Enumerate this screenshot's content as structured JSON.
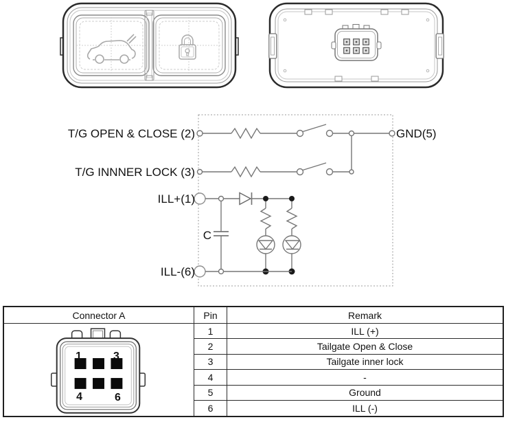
{
  "colors": {
    "background": "#ffffff",
    "outline_dark": "#2b2b2b",
    "circuit_line": "#767676",
    "drawing_light": "#a8a8a8",
    "text": "#111111",
    "pin_fill": "#0a0a0a"
  },
  "schematic": {
    "labels": {
      "tg_open_close": "T/G OPEN & CLOSE (2)",
      "tg_inner_lock": "T/G INNNER LOCK (3)",
      "ill_plus": "ILL+(1)",
      "ill_minus": "ILL-(6)",
      "ground": "GND(5)",
      "capacitor": "C"
    }
  },
  "table": {
    "headers": [
      "Connector A",
      "Pin",
      "Remark"
    ],
    "rows": [
      {
        "pin": "1",
        "remark": "ILL (+)"
      },
      {
        "pin": "2",
        "remark": "Tailgate Open & Close"
      },
      {
        "pin": "3",
        "remark": "Tailgate inner lock"
      },
      {
        "pin": "4",
        "remark": "-"
      },
      {
        "pin": "5",
        "remark": "Ground"
      },
      {
        "pin": "6",
        "remark": "ILL (-)"
      }
    ],
    "connector_pin_labels": [
      "1",
      "3",
      "4",
      "6"
    ]
  }
}
